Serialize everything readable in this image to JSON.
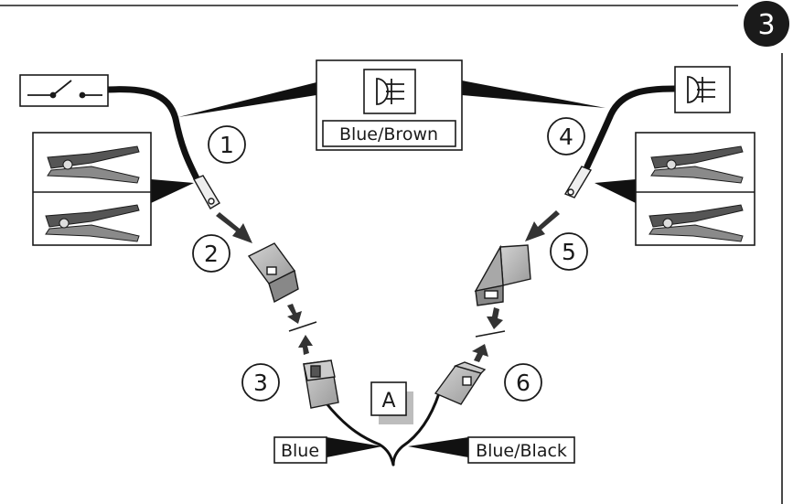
{
  "step_badge": {
    "number": "3"
  },
  "steps": [
    "1",
    "2",
    "3",
    "4",
    "5",
    "6"
  ],
  "wire_colors": {
    "top": "Blue/Brown",
    "left_bottom": "Blue",
    "right_bottom": "Blue/Black"
  },
  "connector_label": "A",
  "icons": {
    "switch": "switch-symbol-icon",
    "fog_lamp": "fog-lamp-icon",
    "strip_tool": "wire-stripper-icon",
    "crimp_tool": "crimping-pliers-icon"
  },
  "colors": {
    "wire": "#111111",
    "connector": "#b4b4b4",
    "badge": "#1a1a1a",
    "shadow": "#bdbdbd"
  }
}
